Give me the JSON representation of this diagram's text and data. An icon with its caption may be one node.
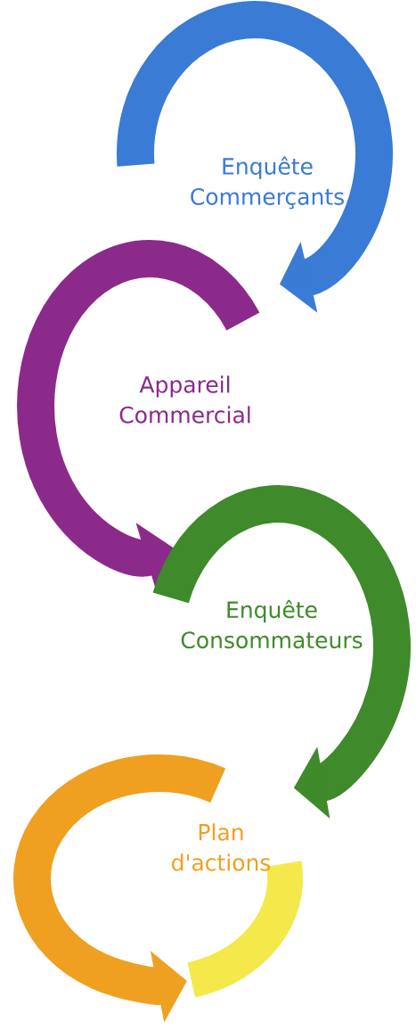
{
  "diagram": {
    "nodes": [
      {
        "text": [
          "Enquête Commerçants"
        ]
      },
      {
        "text": [
          "Appareil Commercial"
        ]
      },
      {
        "text": [
          "Enquête Consommateurs"
        ]
      },
      {
        "text": [
          "Plan d'actions"
        ]
      }
    ]
  }
}
